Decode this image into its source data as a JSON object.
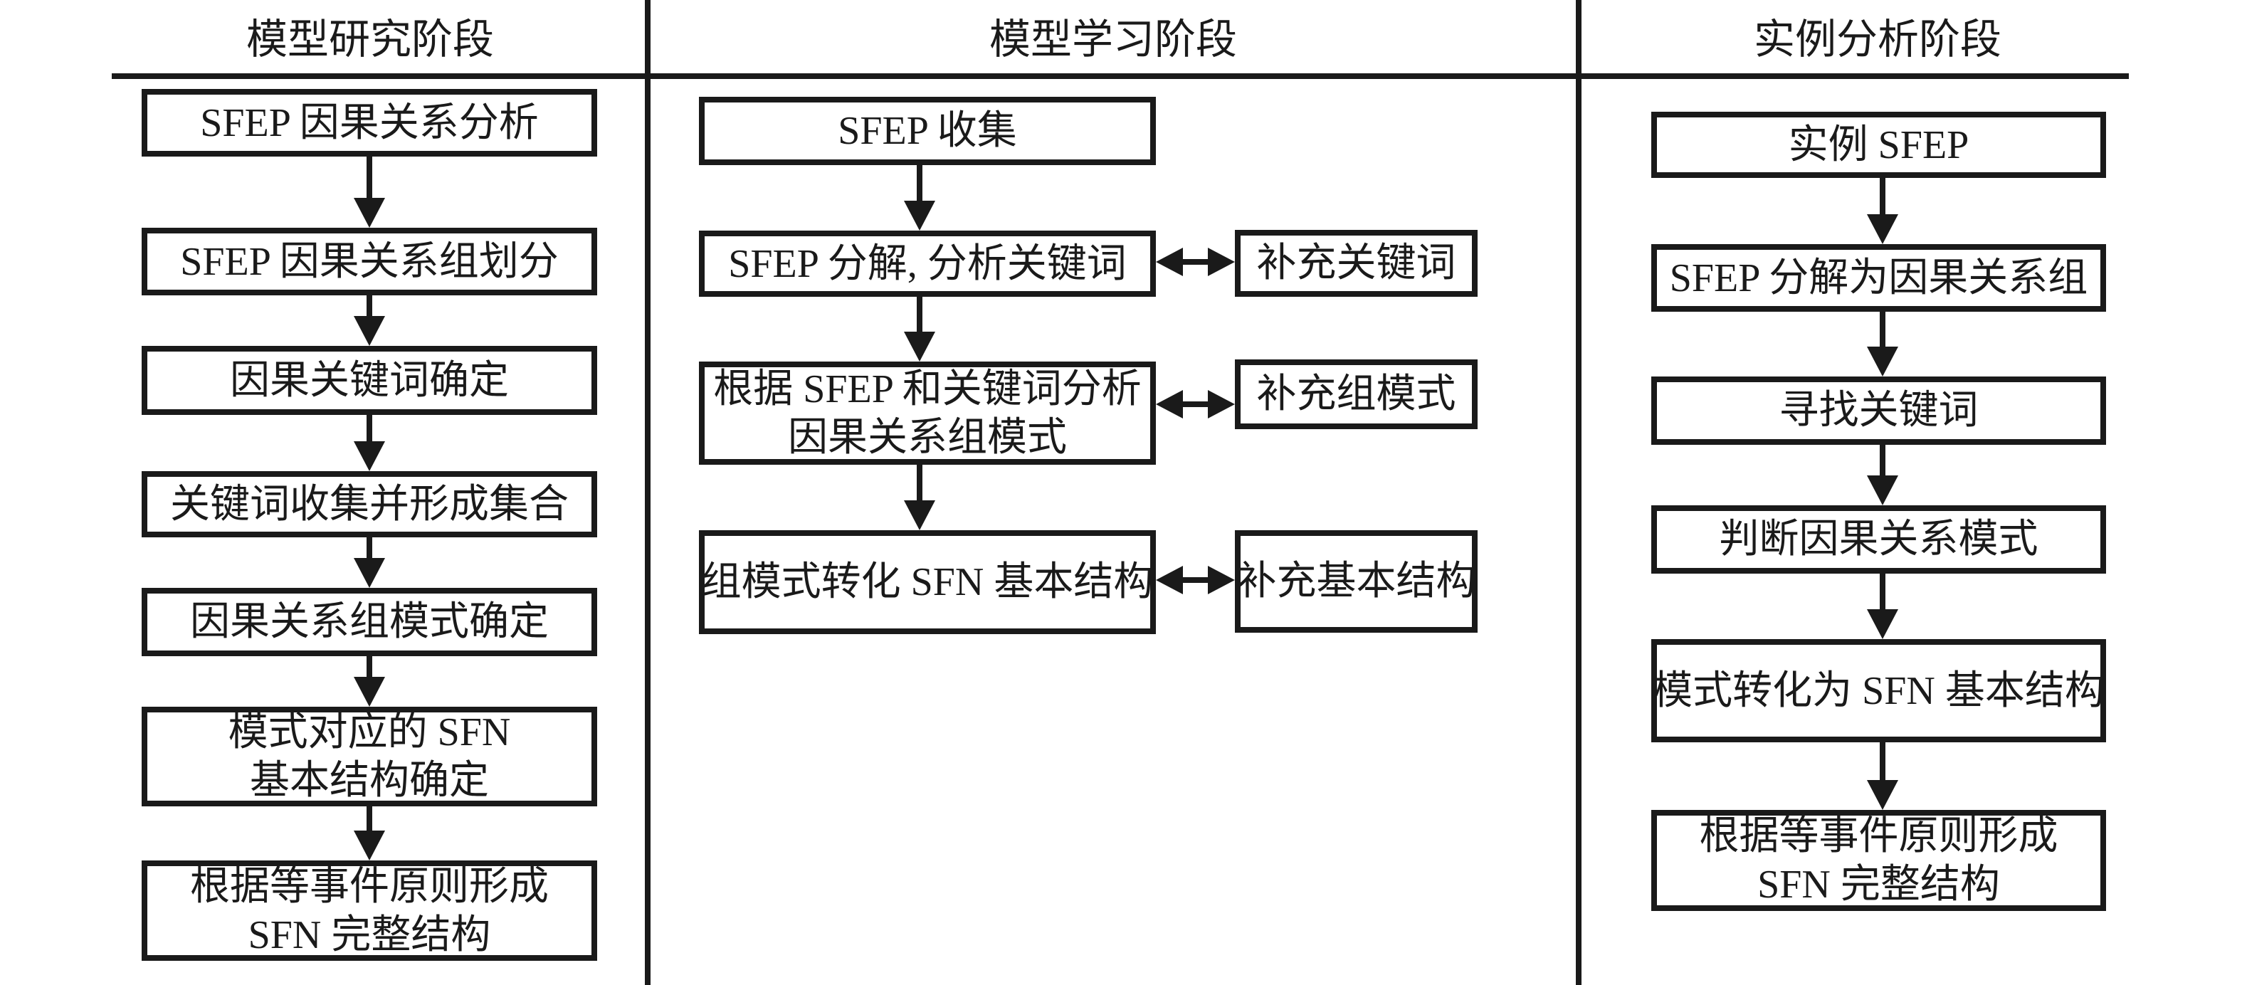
{
  "diagram": {
    "colors": {
      "line": "#1a1a1a",
      "background": "#ffffff"
    },
    "columns": [
      {
        "header": "模型研究阶段",
        "boxes": [
          {
            "lines": [
              "SFEP 因果关系分析"
            ]
          },
          {
            "lines": [
              "SFEP 因果关系组划分"
            ]
          },
          {
            "lines": [
              "因果关键词确定"
            ]
          },
          {
            "lines": [
              "关键词收集并形成集合"
            ]
          },
          {
            "lines": [
              "因果关系组模式确定"
            ]
          },
          {
            "lines": [
              "模式对应的 SFN",
              "基本结构确定"
            ]
          },
          {
            "lines": [
              "根据等事件原则形成",
              "SFN 完整结构"
            ]
          }
        ]
      },
      {
        "header": "模型学习阶段",
        "boxes": [
          {
            "lines": [
              "SFEP 收集"
            ]
          },
          {
            "lines": [
              "SFEP 分解, 分析关键词"
            ]
          },
          {
            "lines": [
              "根据 SFEP 和关键词分析",
              "因果关系组模式"
            ]
          },
          {
            "lines": [
              "组模式转化 SFN 基本结构"
            ]
          }
        ],
        "side_boxes": [
          {
            "lines": [
              "补充关键词"
            ]
          },
          {
            "lines": [
              "补充组模式"
            ]
          },
          {
            "lines": [
              "补充基本结构"
            ]
          }
        ]
      },
      {
        "header": "实例分析阶段",
        "boxes": [
          {
            "lines": [
              "实例 SFEP"
            ]
          },
          {
            "lines": [
              "SFEP 分解为因果关系组"
            ]
          },
          {
            "lines": [
              "寻找关键词"
            ]
          },
          {
            "lines": [
              "判断因果关系模式"
            ]
          },
          {
            "lines": [
              "模式转化为 SFN 基本结构"
            ]
          },
          {
            "lines": [
              "根据等事件原则形成",
              "SFN 完整结构"
            ]
          }
        ]
      }
    ]
  }
}
